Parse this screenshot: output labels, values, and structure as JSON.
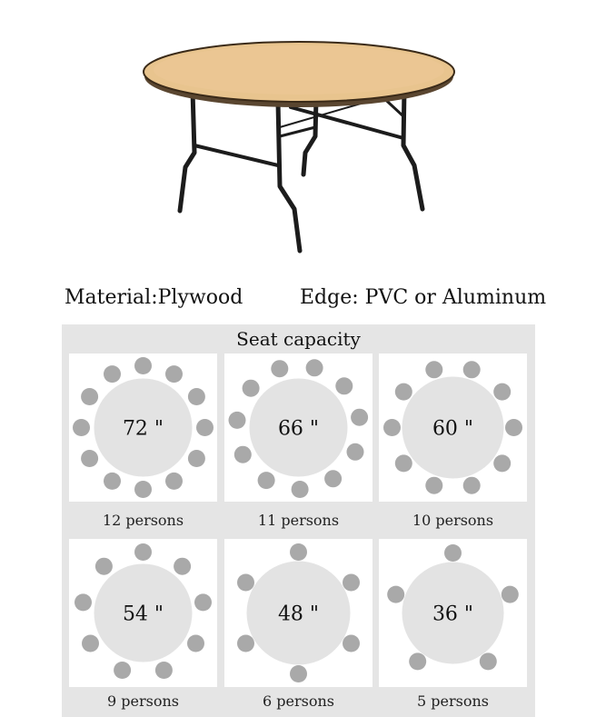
{
  "specs": {
    "material": "Material:Plywood",
    "edge": "Edge: PVC or Aluminum"
  },
  "capacity": {
    "title": "Seat capacity",
    "tables": [
      {
        "size": "72 \"",
        "persons_label": "12 persons",
        "seats": 12
      },
      {
        "size": "66 \"",
        "persons_label": "11 persons",
        "seats": 11
      },
      {
        "size": "60 \"",
        "persons_label": "10 persons",
        "seats": 10
      },
      {
        "size": "54 \"",
        "persons_label": "9 persons",
        "seats": 9
      },
      {
        "size": "48 \"",
        "persons_label": "6 persons",
        "seats": 6
      },
      {
        "size": "36 \"",
        "persons_label": "5 persons",
        "seats": 5
      }
    ]
  },
  "colors": {
    "panel_bg": "#e5e5e5",
    "table_fill": "#e3e3e3",
    "seat_fill": "#a9a9a9",
    "tabletop": "#e8c48e",
    "tabletop_edge": "#3a2a18",
    "legs": "#1c1c1c"
  }
}
